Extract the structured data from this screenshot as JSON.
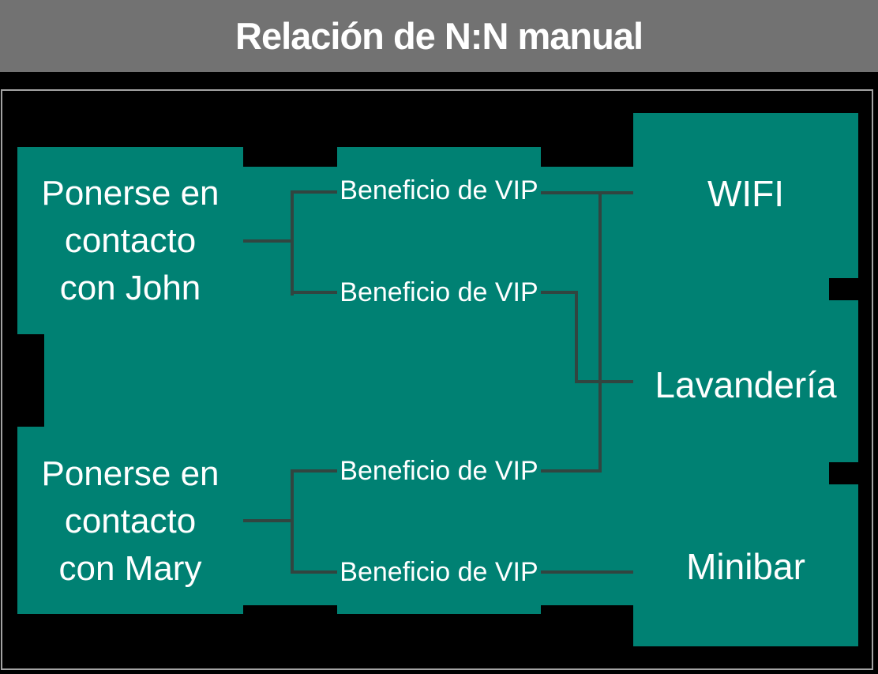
{
  "title": "Relación de N:N manual",
  "colors": {
    "header_bg": "#727272",
    "canvas_bg": "#000000",
    "frame_border": "#a3a3a3",
    "node_fill": "#008173",
    "connector_line": "#314540",
    "text": "#ffffff"
  },
  "diagram": {
    "contacts": [
      {
        "text": "Ponerse en contacto con John",
        "lines": [
          "Ponerse en",
          "contacto",
          "con John"
        ]
      },
      {
        "text": "Ponerse en contacto con Mary",
        "lines": [
          "Ponerse en",
          "contacto",
          "con Mary"
        ]
      }
    ],
    "intersection_labels": [
      {
        "text": "Beneficio de VIP"
      },
      {
        "text": "Beneficio de VIP"
      },
      {
        "text": "Beneficio de VIP"
      },
      {
        "text": "Beneficio de VIP"
      }
    ],
    "benefits": [
      {
        "text": "WIFI"
      },
      {
        "text": "Lavandería"
      },
      {
        "text": "Minibar"
      }
    ],
    "connections": [
      {
        "from": "Ponerse en contacto con John",
        "via": "Beneficio de VIP",
        "to": "WIFI"
      },
      {
        "from": "Ponerse en contacto con John",
        "via": "Beneficio de VIP",
        "to": "Lavandería"
      },
      {
        "from": "Ponerse en contacto con Mary",
        "via": "Beneficio de VIP",
        "to": "Lavandería"
      },
      {
        "from": "Ponerse en contacto con Mary",
        "via": "Beneficio de VIP",
        "to": "Minibar"
      }
    ]
  }
}
